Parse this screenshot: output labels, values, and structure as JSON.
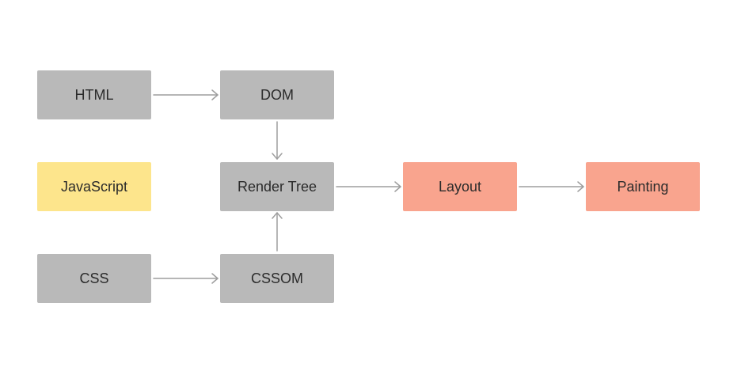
{
  "nodes": {
    "html": "HTML",
    "dom": "DOM",
    "javascript": "JavaScript",
    "render_tree": "Render Tree",
    "layout": "Layout",
    "painting": "Painting",
    "css": "CSS",
    "cssom": "CSSOM"
  },
  "colors": {
    "gray": "#b9b9b9",
    "yellow": "#fde58c",
    "salmon": "#f9a48e",
    "arrow": "#9e9e9e"
  },
  "edges": [
    {
      "from": "html",
      "to": "dom"
    },
    {
      "from": "dom",
      "to": "render_tree"
    },
    {
      "from": "css",
      "to": "cssom"
    },
    {
      "from": "cssom",
      "to": "render_tree"
    },
    {
      "from": "render_tree",
      "to": "layout"
    },
    {
      "from": "layout",
      "to": "painting"
    }
  ]
}
